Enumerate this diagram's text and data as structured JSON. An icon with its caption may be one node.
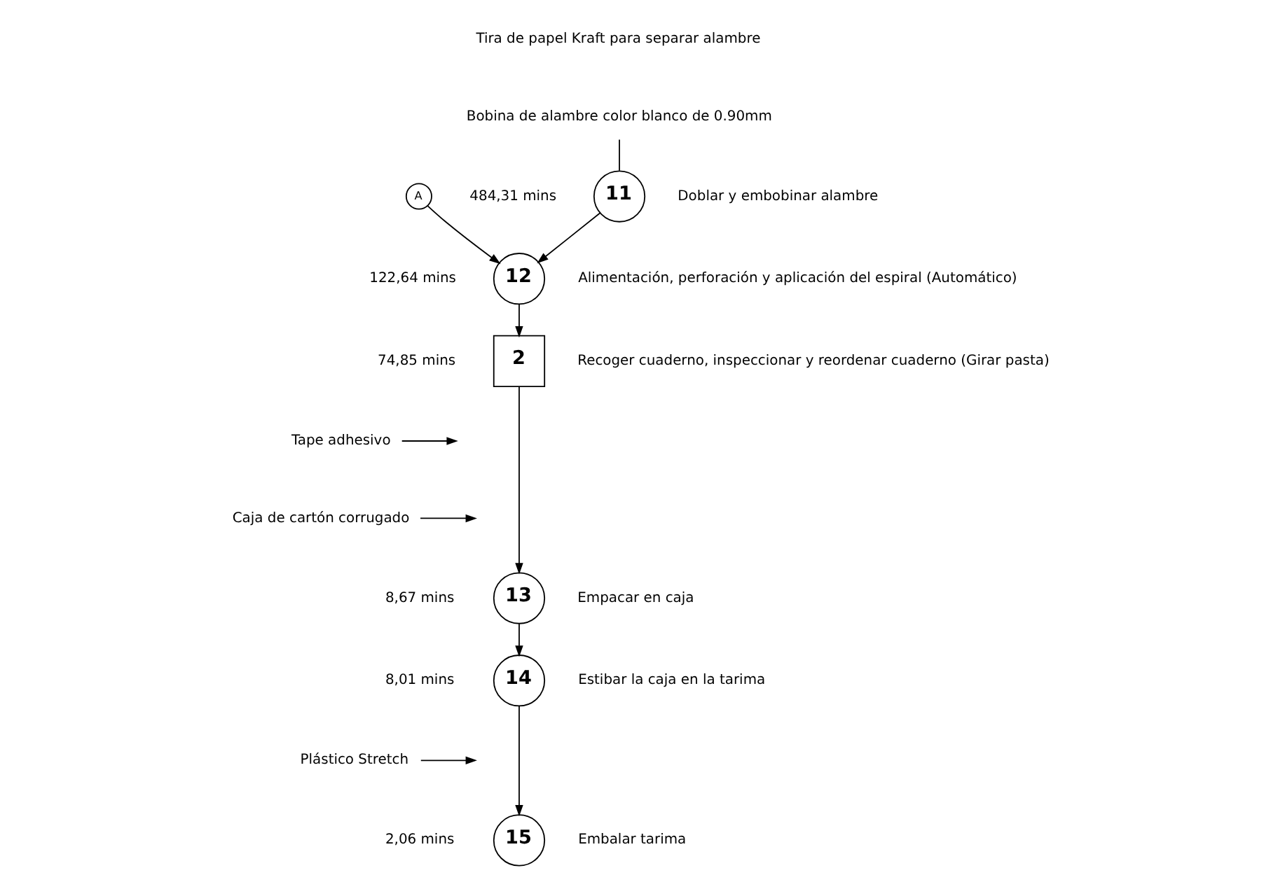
{
  "diagram": {
    "nodes": [
      {
        "text": [
          "Tira de papel Kraft para separar alambre"
        ]
      },
      {
        "text": [
          "Bobina de alambre color blanco de 0.90mm"
        ]
      },
      {
        "text": [
          "11"
        ],
        "beside": [
          "484,31 mins",
          "Doblar y embobinar alambre"
        ]
      },
      {
        "text": [
          "A"
        ]
      },
      {
        "text": [
          "12"
        ],
        "beside": [
          "122,64 mins",
          "Alimentación, perforación y aplicación del espiral (Automático)"
        ]
      },
      {
        "text": [
          "2"
        ],
        "beside": [
          "74,85 mins",
          "Recoger cuaderno, inspeccionar y reordenar cuaderno (Girar pasta)"
        ]
      },
      {
        "text": [
          "Tape adhesivo"
        ]
      },
      {
        "text": [
          "Caja de cartón corrugado"
        ]
      },
      {
        "text": [
          "13"
        ],
        "beside": [
          "8,67 mins",
          "Empacar en caja"
        ]
      },
      {
        "text": [
          "14"
        ],
        "beside": [
          "8,01 mins",
          "Estibar la caja en la tarima"
        ]
      },
      {
        "text": [
          "Plástico Stretch"
        ]
      },
      {
        "text": [
          "15"
        ],
        "beside": [
          "2,06 mins",
          "Embalar tarima"
        ]
      }
    ],
    "edges": [
      {
        "from": 1,
        "to": 2,
        "arrow": "none"
      },
      {
        "from": 2,
        "to": 4,
        "arrow": "to"
      },
      {
        "from": 3,
        "to": 4,
        "arrow": "to"
      },
      {
        "from": 4,
        "to": 5,
        "arrow": "to"
      },
      {
        "from": 6,
        "to": null,
        "arrow": "to"
      },
      {
        "from": 7,
        "to": null,
        "arrow": "to"
      },
      {
        "from": 5,
        "to": 8,
        "arrow": "to"
      },
      {
        "from": 8,
        "to": 9,
        "arrow": "to"
      },
      {
        "from": 10,
        "to": null,
        "arrow": "to"
      },
      {
        "from": 9,
        "to": 11,
        "arrow": "to"
      }
    ]
  }
}
